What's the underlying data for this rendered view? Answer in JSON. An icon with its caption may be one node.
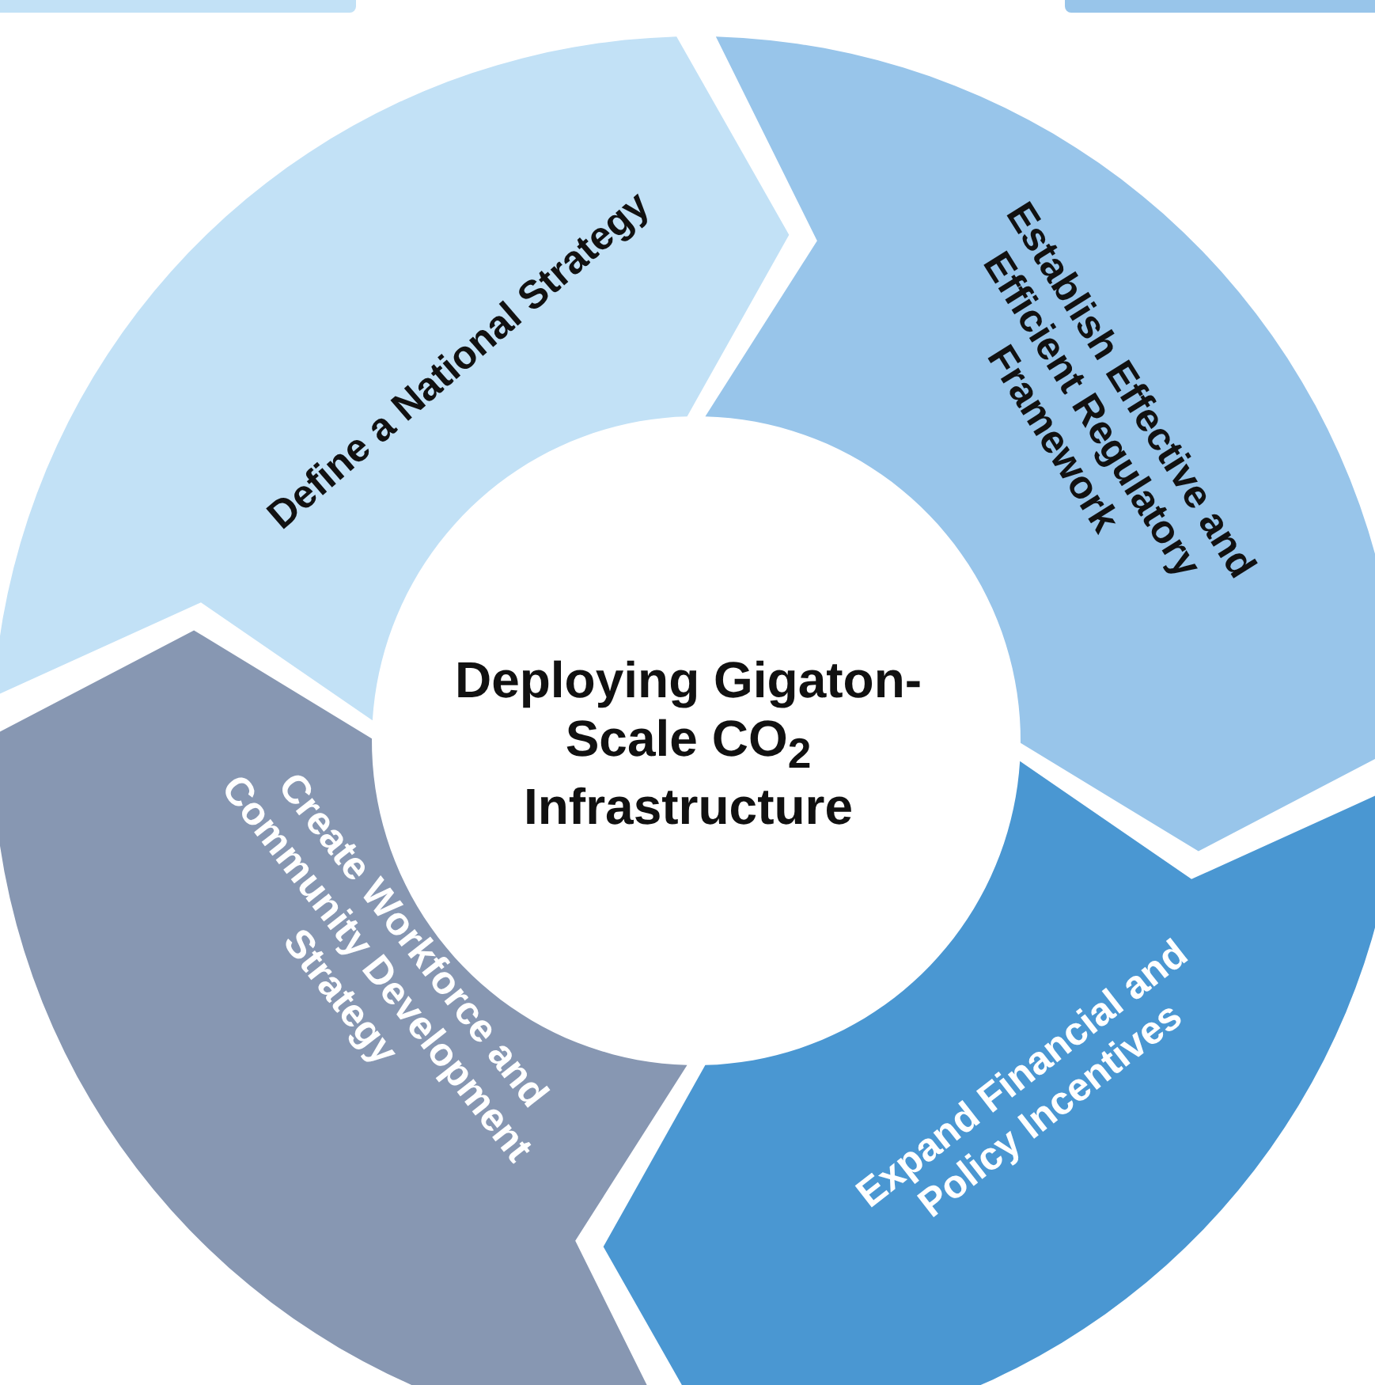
{
  "diagram": {
    "nodes": [
      {
        "text": [
          "Define a National Strategy"
        ]
      },
      {
        "text": [
          "Establish Effective and Efficient Regulatory Framework"
        ]
      },
      {
        "text": [
          "Expand Financial and Policy Incentives"
        ]
      },
      {
        "text": [
          "Create Workforce and Community Development Strategy"
        ]
      },
      {
        "text": [
          "Deploying Gigaton-Scale CO$_{2}$ Infrastructure"
        ]
      }
    ]
  }
}
